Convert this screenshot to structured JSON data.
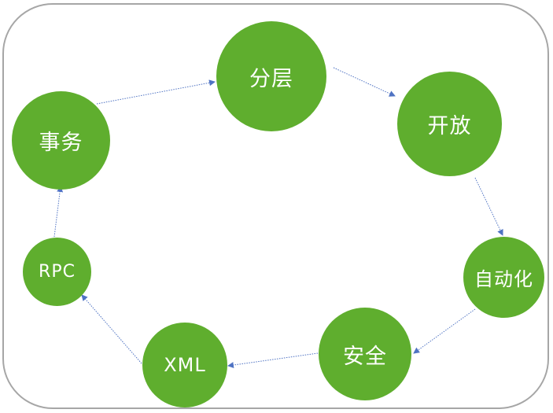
{
  "diagram": {
    "nodes": [
      {
        "id": "layer",
        "label": "分层"
      },
      {
        "id": "open",
        "label": "开放"
      },
      {
        "id": "auto",
        "label": "自动化"
      },
      {
        "id": "secure",
        "label": "安全"
      },
      {
        "id": "xml",
        "label": "XML"
      },
      {
        "id": "rpc",
        "label": "RPC"
      },
      {
        "id": "tx",
        "label": "事务"
      }
    ],
    "edges": [
      {
        "from": "layer",
        "to": "open"
      },
      {
        "from": "open",
        "to": "auto"
      },
      {
        "from": "auto",
        "to": "secure"
      },
      {
        "from": "secure",
        "to": "xml"
      },
      {
        "from": "xml",
        "to": "rpc"
      },
      {
        "from": "rpc",
        "to": "tx"
      },
      {
        "from": "tx",
        "to": "layer"
      }
    ],
    "colors": {
      "node_fill": "#5fae2e",
      "node_text": "#ffffff",
      "arrow": "#4f73c3",
      "frame_border": "#a6a6a6"
    }
  }
}
